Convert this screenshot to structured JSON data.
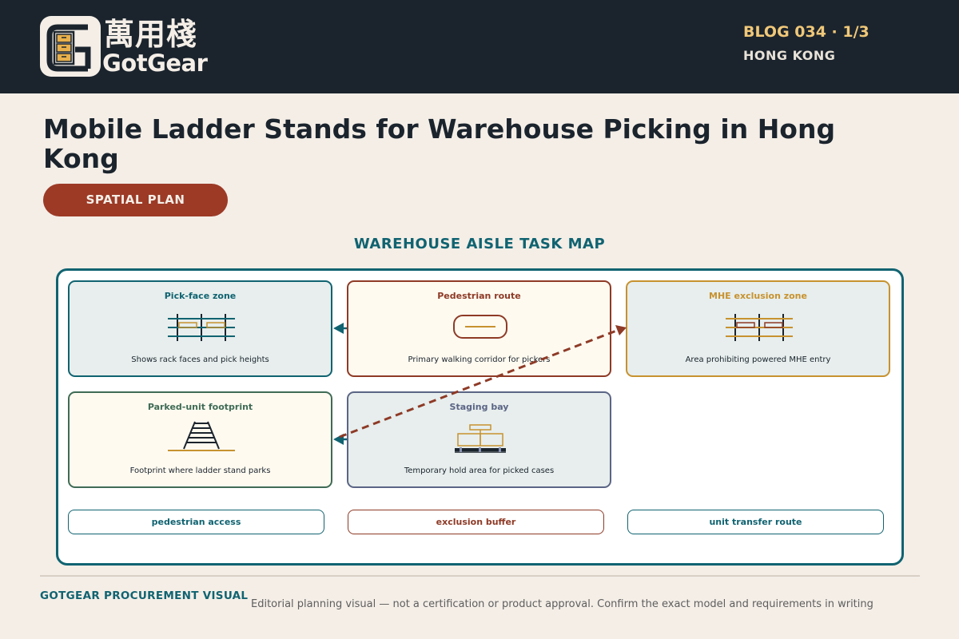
{
  "header": {
    "brand_cn": "萬用棧",
    "brand_en": "GotGear",
    "logo_icon": "drawer-cabinet-icon",
    "blog_number": "BLOG 034 · 1/3",
    "location": "HONG KONG"
  },
  "page": {
    "title": "Mobile Ladder Stands for Warehouse Picking in Hong Kong",
    "pill": "SPATIAL PLAN"
  },
  "diagram": {
    "title": "WAREHOUSE AISLE TASK MAP",
    "zones": [
      {
        "title": "Pick-face zone",
        "description": "Shows rack faces and pick heights",
        "icon": "rack-shelf-icon"
      },
      {
        "title": "Pedestrian route",
        "description": "Primary walking corridor for pickers",
        "icon": "corridor-icon"
      },
      {
        "title": "MHE exclusion zone",
        "description": "Area prohibiting powered MHE entry",
        "icon": "barrier-rack-icon"
      },
      {
        "title": "Parked-unit footprint",
        "description": "Footprint where ladder stand parks",
        "icon": "ladder-stand-icon"
      },
      {
        "title": "Staging bay",
        "description": "Temporary hold area for picked cases",
        "icon": "pallet-boxes-icon"
      }
    ],
    "chips": [
      {
        "label": "pedestrian access"
      },
      {
        "label": "exclusion buffer"
      },
      {
        "label": "unit transfer route"
      }
    ]
  },
  "colors": {
    "navy": "#1b242d",
    "teal": "#106371",
    "rust": "#8e3a26",
    "gold": "#c7922f",
    "green": "#3f6b55",
    "slate": "#5b6585",
    "background": "#f4eee7",
    "pill": "#9c3a26",
    "accent_yellow": "#f0c879"
  },
  "footer": {
    "brand": "GOTGEAR PROCUREMENT VISUAL",
    "note": "Editorial planning visual — not a certification or product approval. Confirm the exact model and requirements in writing"
  }
}
